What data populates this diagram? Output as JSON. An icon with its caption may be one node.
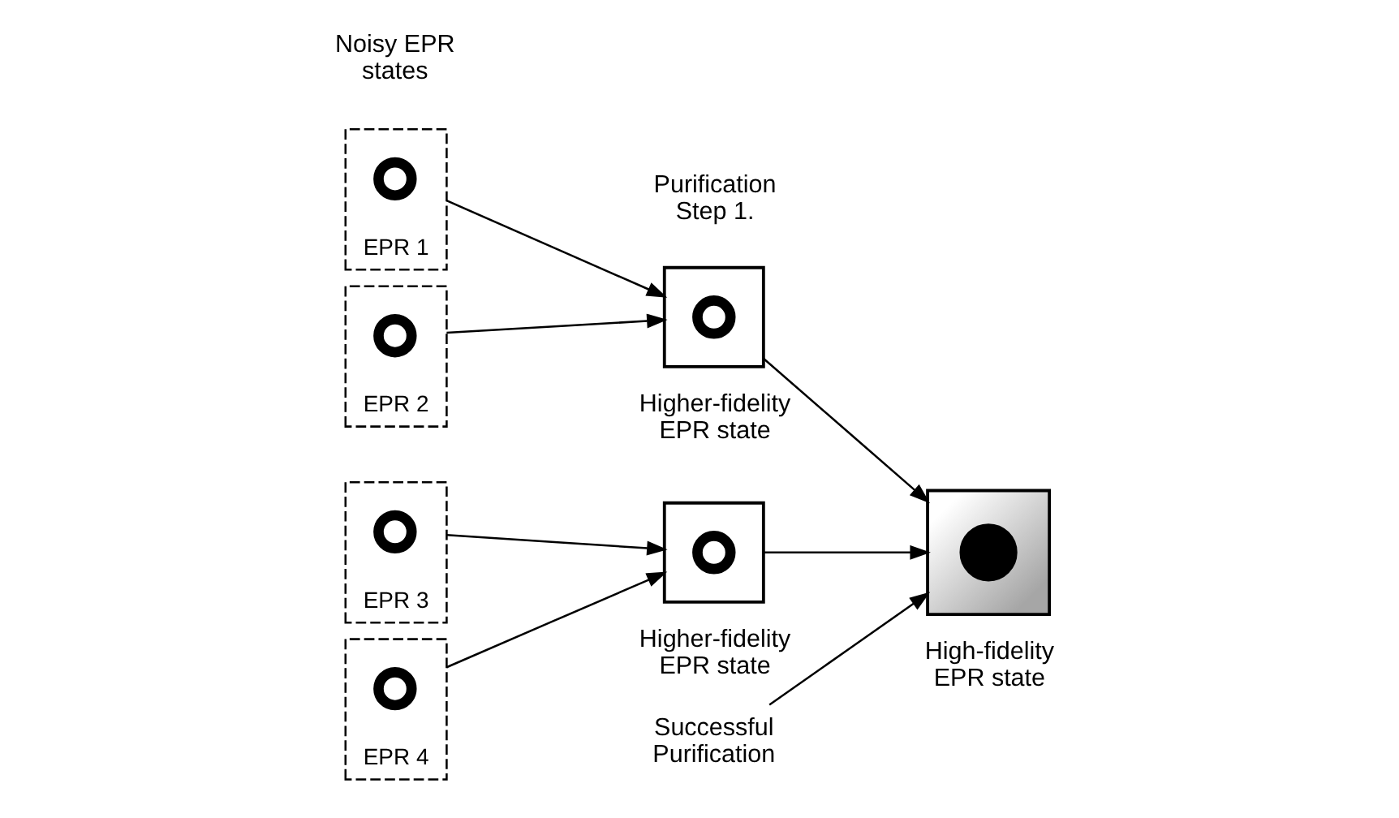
{
  "diagram": {
    "nodes": [
      {
        "text": [
          "EPR 1"
        ]
      },
      {
        "text": [],
        "shape": "circle",
        "in": 0
      },
      {
        "text": [
          "EPR 2"
        ]
      },
      {
        "text": [],
        "shape": "circle",
        "in": 2
      },
      {
        "text": [
          "EPR 3"
        ]
      },
      {
        "text": [],
        "shape": "circle",
        "in": 4
      },
      {
        "text": [
          "EPR 4"
        ]
      },
      {
        "text": [],
        "shape": "circle",
        "in": 6
      },
      {
        "text": [],
        "shape": "box",
        "beside": [
          "Purification Step 1.",
          "Higher-fidelity EPR state"
        ]
      },
      {
        "text": [],
        "shape": "circle",
        "in": 8
      },
      {
        "text": [],
        "shape": "box",
        "beside": [
          "Higher-fidelity EPR state"
        ]
      },
      {
        "text": [],
        "shape": "circle",
        "in": 10
      },
      {
        "text": [],
        "shape": "box",
        "beside": [
          "High-fidelity EPR state"
        ]
      },
      {
        "text": [],
        "shape": "circle",
        "in": 12
      },
      {
        "text": [
          "Successful Purification"
        ]
      }
    ],
    "edges": [
      {
        "from": 0,
        "to": 8,
        "arrow": "to"
      },
      {
        "from": 2,
        "to": 8,
        "arrow": "to"
      },
      {
        "from": 4,
        "to": 10,
        "arrow": "to"
      },
      {
        "from": 6,
        "to": 10,
        "arrow": "to"
      },
      {
        "from": 8,
        "to": 12,
        "arrow": "to"
      },
      {
        "from": 10,
        "to": 12,
        "arrow": "to"
      },
      {
        "from": 14,
        "to": 12,
        "arrow": "to"
      }
    ],
    "labels": [
      "Noisy EPR states"
    ]
  }
}
